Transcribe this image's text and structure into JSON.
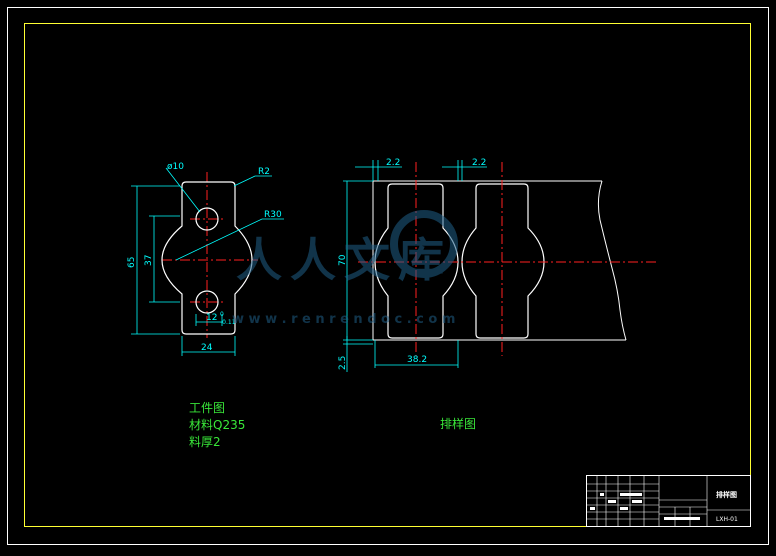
{
  "part_drawing": {
    "dims": {
      "hole_dia": "ø10",
      "corner_radius": "R2",
      "arc_radius": "R30",
      "height_total": "65",
      "height_inner": "37",
      "width": "24",
      "slot_width": "12",
      "tol_upper": "0",
      "tol_lower": "-0.11"
    }
  },
  "layout_drawing": {
    "dims": {
      "gap_left": "2.2",
      "gap_right": "2.2",
      "strip_width": "70",
      "edge_margin": "2.5",
      "pitch": "38.2"
    }
  },
  "notes": {
    "part_title": "工件图",
    "material": "材料Q235",
    "thickness": "料厚2",
    "layout_title": "排样图"
  },
  "watermark": {
    "text": "人人文库",
    "url": "w w w . r e n r e n d o c . c o m"
  },
  "title_block": {
    "drawing_name": "排样图",
    "drawing_no": "LXH-01"
  },
  "colors": {
    "border": "#ffff33",
    "outline": "#ffffff",
    "dimension": "#00ffff",
    "centerline": "#ff2020",
    "note_text": "#39e639"
  }
}
